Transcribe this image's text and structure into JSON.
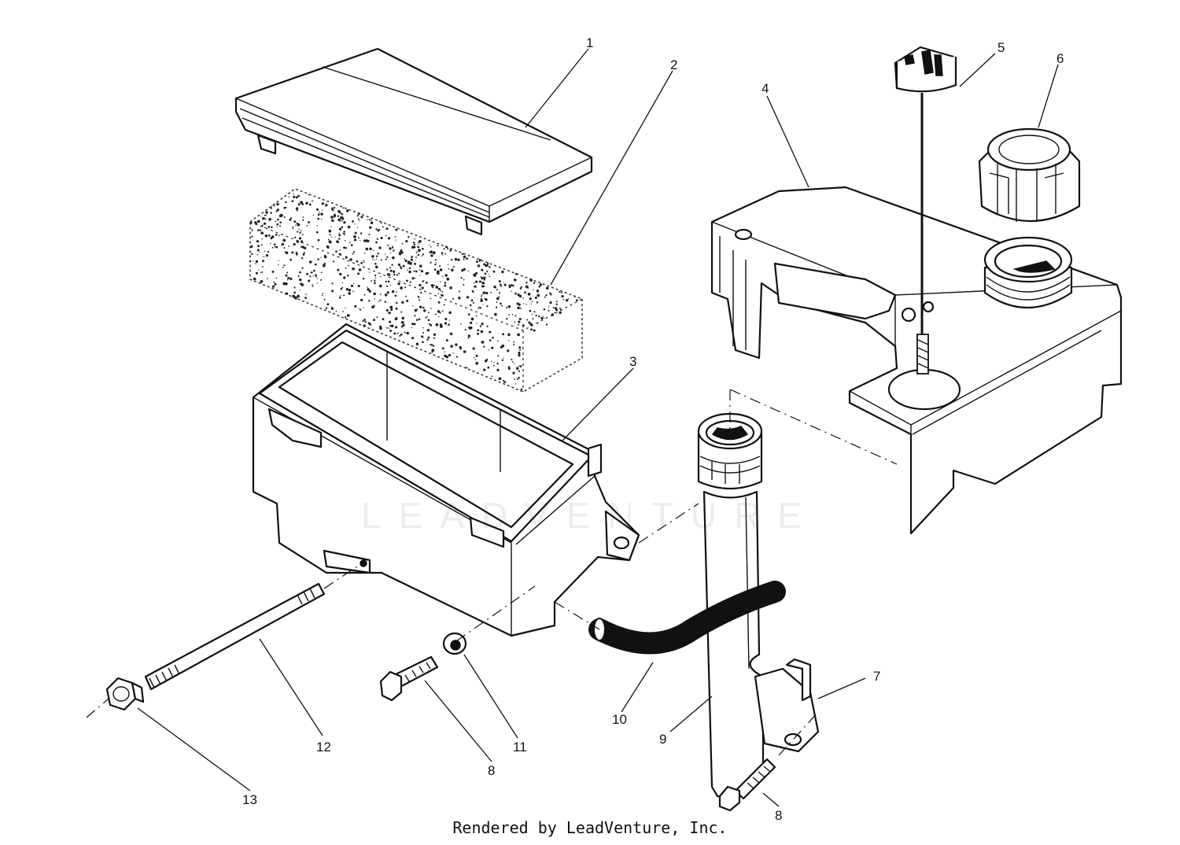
{
  "diagram": {
    "callouts": [
      {
        "id": "1",
        "label": "1"
      },
      {
        "id": "2",
        "label": "2"
      },
      {
        "id": "3",
        "label": "3"
      },
      {
        "id": "4",
        "label": "4"
      },
      {
        "id": "5",
        "label": "5"
      },
      {
        "id": "6",
        "label": "6"
      },
      {
        "id": "7",
        "label": "7"
      },
      {
        "id": "8a",
        "label": "8"
      },
      {
        "id": "8b",
        "label": "8"
      },
      {
        "id": "9",
        "label": "9"
      },
      {
        "id": "10",
        "label": "10"
      },
      {
        "id": "11",
        "label": "11"
      },
      {
        "id": "12",
        "label": "12"
      },
      {
        "id": "13",
        "label": "13"
      }
    ],
    "watermark": "LEADVENTURE",
    "footer": "Rendered by LeadVenture, Inc."
  }
}
